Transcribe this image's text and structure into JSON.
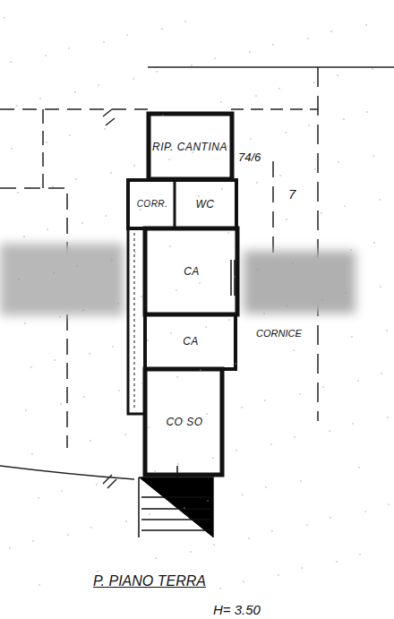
{
  "diagram": {
    "caption": "P. PIANO TERRA",
    "nodes": [
      {
        "text": [
          "RIP. CANTINA"
        ]
      },
      {
        "text": [
          "CORR."
        ]
      },
      {
        "text": [
          "WC"
        ]
      },
      {
        "text": [
          "CA"
        ]
      },
      {
        "text": [
          "CA"
        ]
      },
      {
        "text": [
          "CO SO"
        ]
      }
    ],
    "labels": [
      "74/6",
      "7",
      "CORNICE",
      "H= 3.50"
    ]
  }
}
